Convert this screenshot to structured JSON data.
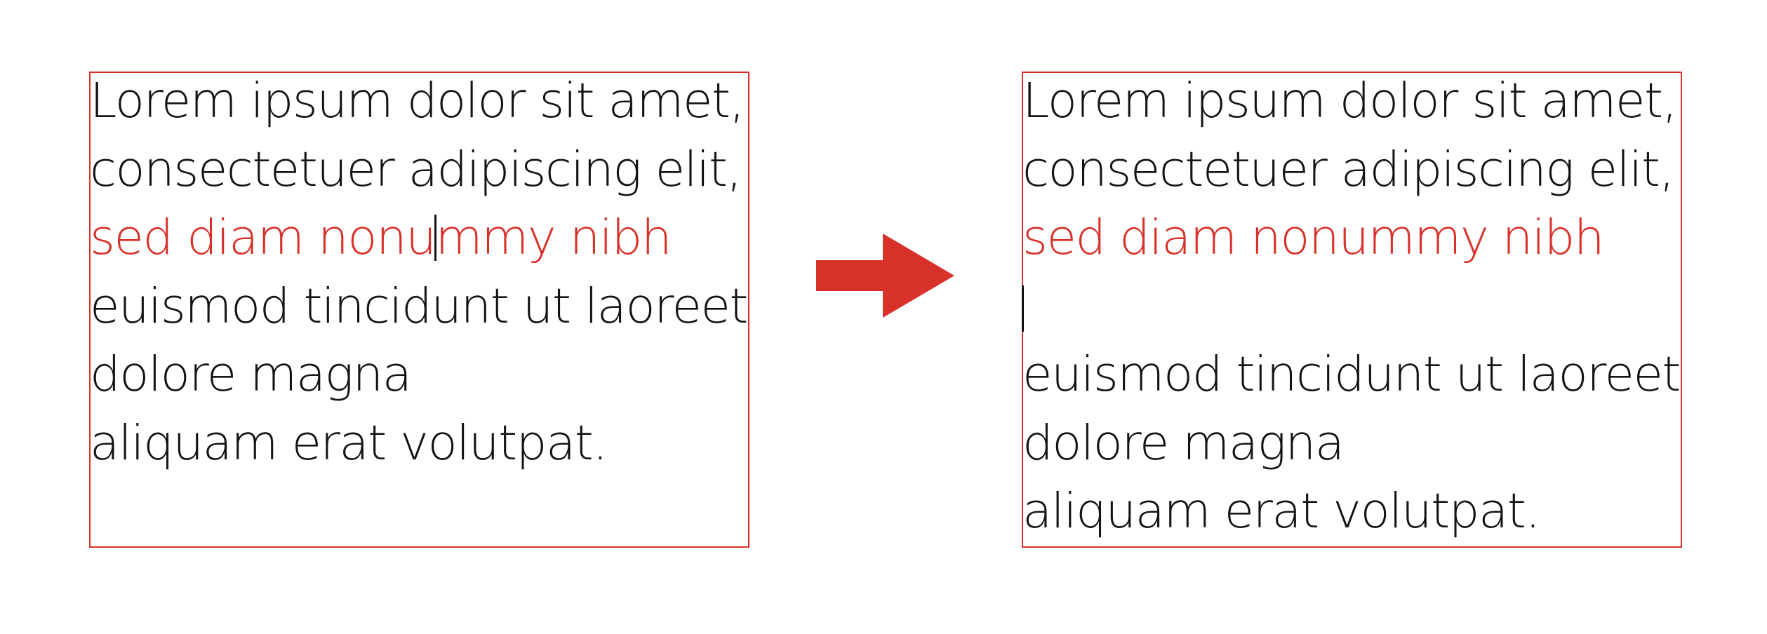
{
  "before": {
    "lines": [
      "Lorem ipsum dolor sit amet,",
      "consectetuer adipiscing elit,",
      "euismod tincidunt ut laoreet",
      "dolore magna",
      "aliquam erat volutpat."
    ],
    "highlight_before_caret": "sed diam nonu",
    "highlight_after_caret": "mmy nibh"
  },
  "after": {
    "lines": [
      "Lorem ipsum dolor sit amet,",
      "consectetuer adipiscing elit,",
      "sed diam nonummy nibh",
      "",
      "euismod tincidunt ut laoreet",
      "dolore magna",
      "aliquam erat volutpat."
    ]
  },
  "colors": {
    "accent": "#d8312a",
    "text": "#141414",
    "background": "#ffffff"
  },
  "icons": {
    "transition": "right-arrow-icon"
  }
}
